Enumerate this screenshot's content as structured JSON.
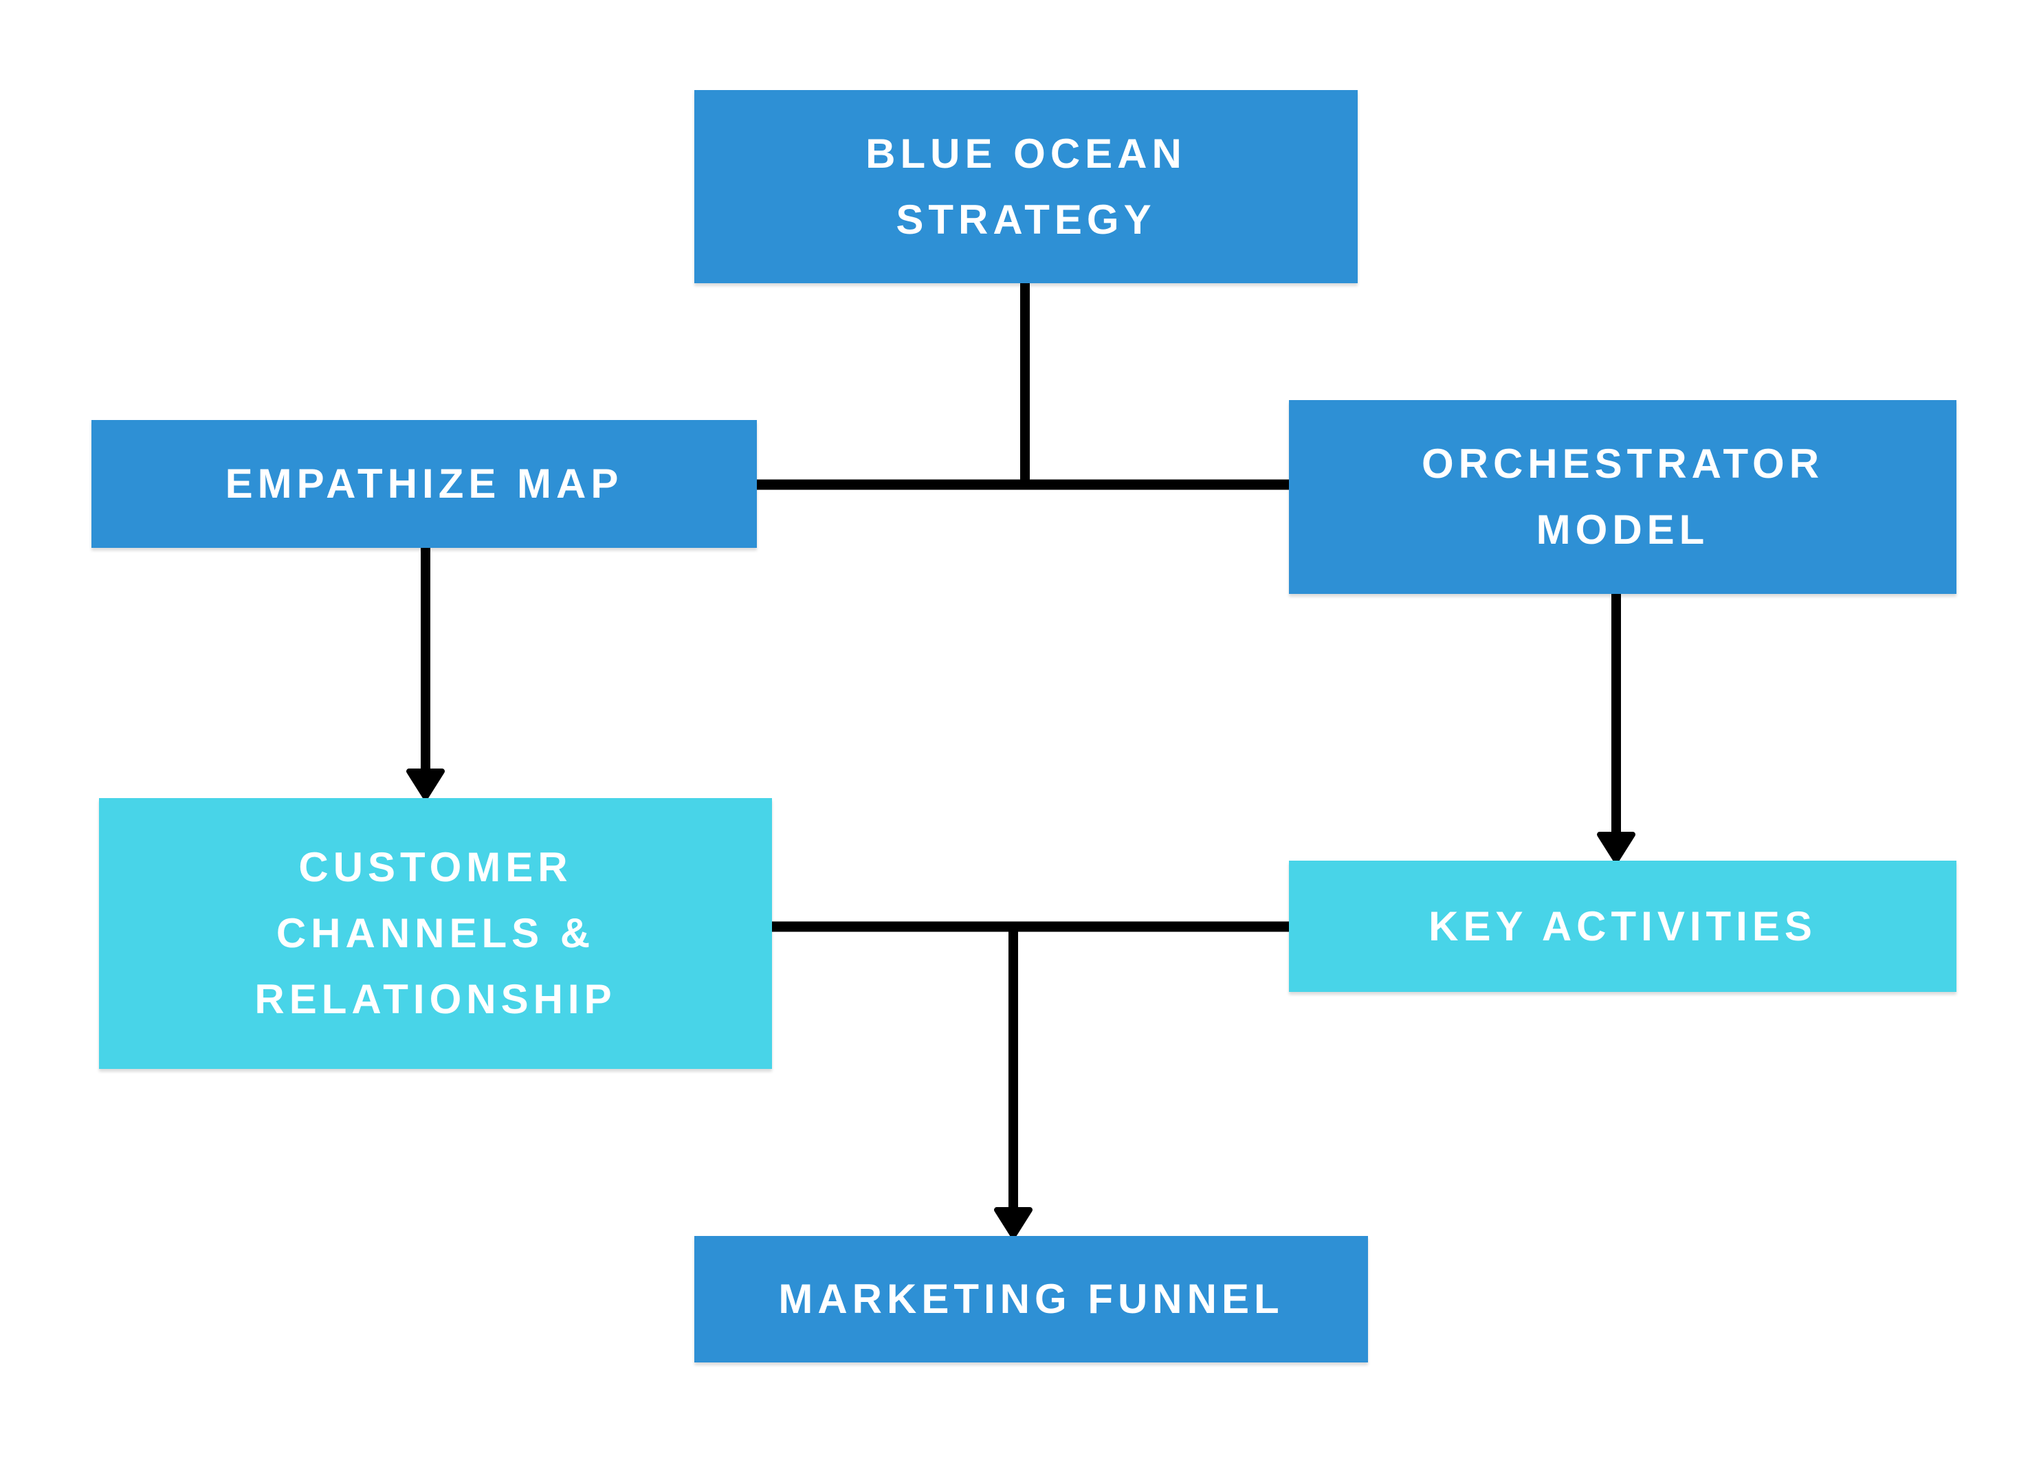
{
  "diagram": {
    "type": "flowchart",
    "background": "#FFFFFF",
    "text_color": "#FFFFFF",
    "line_color": "#000000",
    "node_colors": {
      "blue": "#2E90D5",
      "cyan": "#48D4E8"
    },
    "nodes": [
      {
        "id": "blue-ocean-strategy",
        "label": "BLUE OCEAN STRATEGY",
        "lines": [
          "BLUE OCEAN",
          "STRATEGY"
        ],
        "color": "#2E90D5"
      },
      {
        "id": "empathize-map",
        "label": "EMPATHIZE MAP",
        "lines": [
          "EMPATHIZE MAP"
        ],
        "color": "#2E90D5"
      },
      {
        "id": "orchestrator-model",
        "label": "ORCHESTRATOR MODEL",
        "lines": [
          "ORCHESTRATOR",
          "MODEL"
        ],
        "color": "#2E90D5"
      },
      {
        "id": "customer-channels-relationship",
        "label": "CUSTOMER CHANNELS & RELATIONSHIP",
        "lines": [
          "CUSTOMER",
          "CHANNELS &",
          "RELATIONSHIP"
        ],
        "color": "#48D4E8"
      },
      {
        "id": "key-activities",
        "label": "KEY ACTIVITIES",
        "lines": [
          "KEY ACTIVITIES"
        ],
        "color": "#48D4E8"
      },
      {
        "id": "marketing-funnel",
        "label": "MARKETING FUNNEL",
        "lines": [
          "MARKETING FUNNEL"
        ],
        "color": "#2E90D5"
      }
    ],
    "edges": [
      {
        "from": "blue-ocean-strategy",
        "to": "connector-empathize-orchestrator",
        "arrow": false
      },
      {
        "from": "empathize-map",
        "to": "orchestrator-model",
        "arrow": false
      },
      {
        "from": "empathize-map",
        "to": "customer-channels-relationship",
        "arrow": true
      },
      {
        "from": "orchestrator-model",
        "to": "key-activities",
        "arrow": true
      },
      {
        "from": "customer-channels-relationship",
        "to": "key-activities",
        "arrow": false
      },
      {
        "from": "connector-customer-key-activities",
        "to": "marketing-funnel",
        "arrow": true
      }
    ]
  }
}
